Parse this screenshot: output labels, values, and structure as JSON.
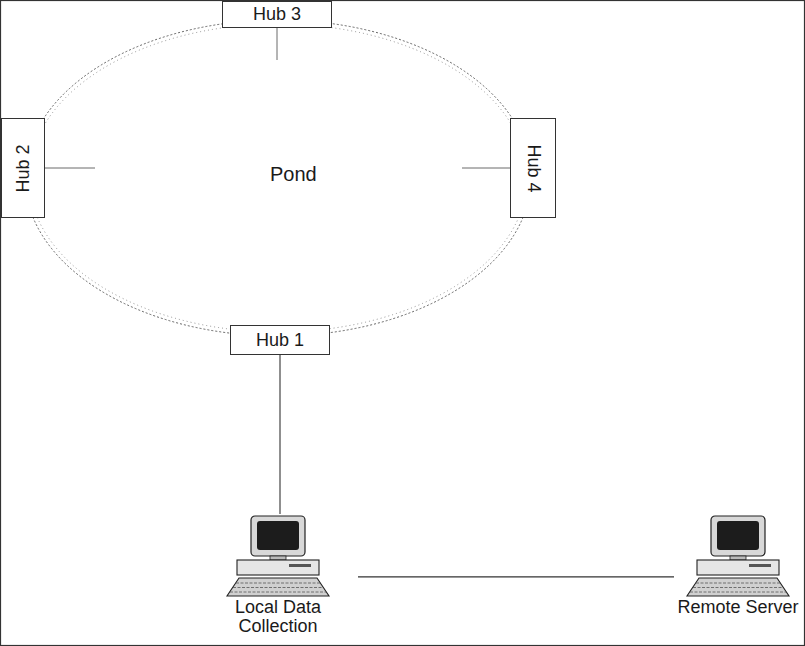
{
  "diagram": {
    "nodes": [
      {
        "text": [
          "Pond"
        ]
      },
      {
        "text": [
          "Hub 3"
        ]
      },
      {
        "text": [
          "Hub 2"
        ]
      },
      {
        "text": [
          "Hub 4"
        ]
      },
      {
        "text": [
          "Hub 1"
        ]
      },
      {
        "text": [
          "Local Data Collection"
        ]
      },
      {
        "text": [
          "Remote Server"
        ]
      }
    ],
    "edges": [
      {
        "from": 4,
        "to": 5,
        "arrow": "none"
      },
      {
        "from": 5,
        "to": 6,
        "arrow": "none"
      }
    ]
  }
}
